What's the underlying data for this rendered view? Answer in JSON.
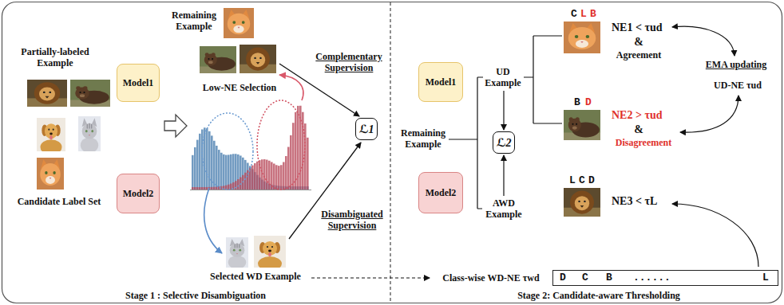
{
  "diagram": {
    "nodes": [
      {
        "text": [
          "Model1"
        ]
      },
      {
        "text": [
          "Model2"
        ]
      },
      {
        "text": [
          "ℒ1"
        ]
      },
      {
        "text": [
          "Model1"
        ]
      },
      {
        "text": [
          "Model2"
        ]
      },
      {
        "text": [
          "ℒ2"
        ]
      },
      {
        "text": [
          "D",
          "C",
          "B",
          "......",
          "L"
        ]
      }
    ],
    "labels": [
      "Partially-labeled Example",
      "Candidate Label Set",
      "Remaining Example",
      "Low-NE Selection",
      "Complementary Supervision",
      "Disambiguated Supervision",
      "Selected WD Example",
      "Stage 1 : Selective Disambiguation",
      "Remaining Example",
      "UD Example",
      "AWD Example",
      "C",
      "L",
      "B",
      "NE1 < τud",
      "&",
      "Agreement",
      "EMA updating",
      "UD-NE τud",
      "B",
      "D",
      "NE2 > τud",
      "&",
      "Disagreement",
      "L",
      "C",
      "D",
      "NE3 < τL",
      "Class-wise WD-NE τwd",
      "Stage 2: Candidate-aware Thresholding"
    ]
  }
}
